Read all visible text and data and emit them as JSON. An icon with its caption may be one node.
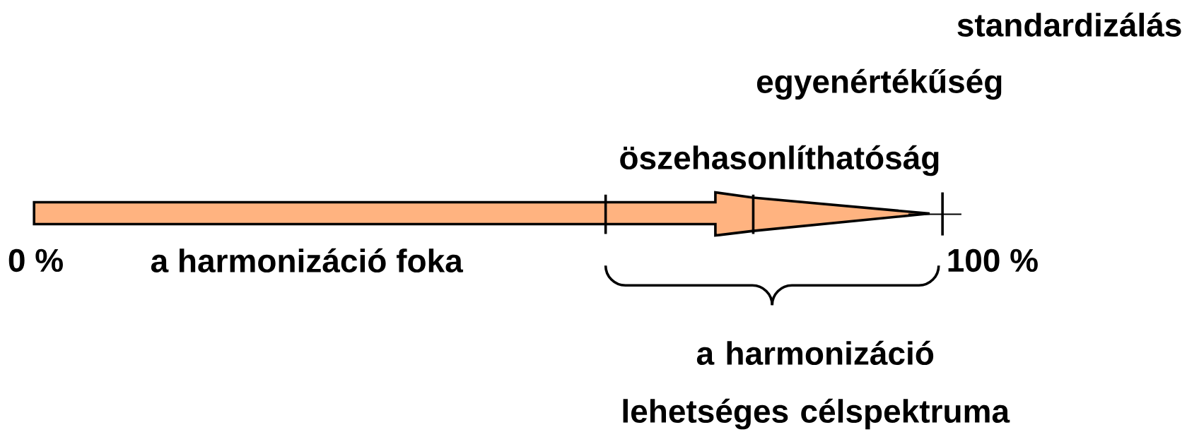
{
  "diagram": {
    "labels": [
      "standardizálás",
      "egyenértékűség",
      "öszehasonlíthatóság",
      "0 %",
      "a harmonizáció foka",
      "100 %",
      "a harmonizáció lehetséges célspektruma"
    ]
  }
}
